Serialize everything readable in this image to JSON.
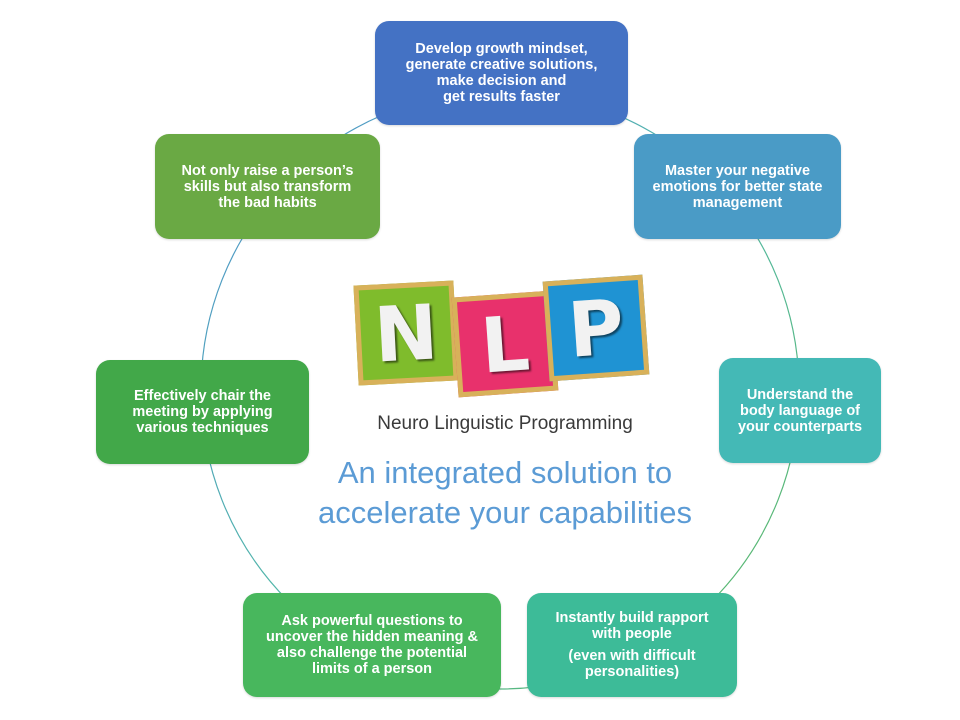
{
  "logo": {
    "letters": [
      "N",
      "L",
      "P"
    ],
    "caption": "Neuro Linguistic Programming",
    "colors": {
      "n_tile": "#7fbc2c",
      "l_tile": "#e8316c",
      "p_tile": "#1f93d3",
      "frame": "#d8b15a"
    }
  },
  "tagline": {
    "line1": "An integrated solution to",
    "line2": "accelerate your capabilities",
    "color": "#5b9bd5"
  },
  "boxes": [
    {
      "lines": [
        "Develop growth mindset,",
        "generate creative solutions,",
        "make decision and",
        "get results faster"
      ],
      "color": "#4472c4"
    },
    {
      "lines": [
        "Master your negative",
        "emotions for better state",
        "management"
      ],
      "color": "#4a9bc6"
    },
    {
      "lines": [
        "Understand the",
        "body language of",
        "your counterparts"
      ],
      "color": "#44b9b6"
    },
    {
      "lines": [
        "Instantly build rapport",
        "with people"
      ],
      "note_lines": [
        "(even with difficult",
        "personalities)"
      ],
      "color": "#3dbb98"
    },
    {
      "lines": [
        "Ask powerful questions to",
        "uncover the hidden meaning &",
        "also challenge the potential",
        "limits of a person"
      ],
      "color": "#48b75d"
    },
    {
      "lines": [
        "Effectively chair the",
        "meeting by applying",
        "various techniques"
      ],
      "color": "#42a849"
    },
    {
      "lines": [
        "Not only raise a person’s",
        "skills but also transform",
        "the bad habits"
      ],
      "color": "#6aa944"
    }
  ]
}
